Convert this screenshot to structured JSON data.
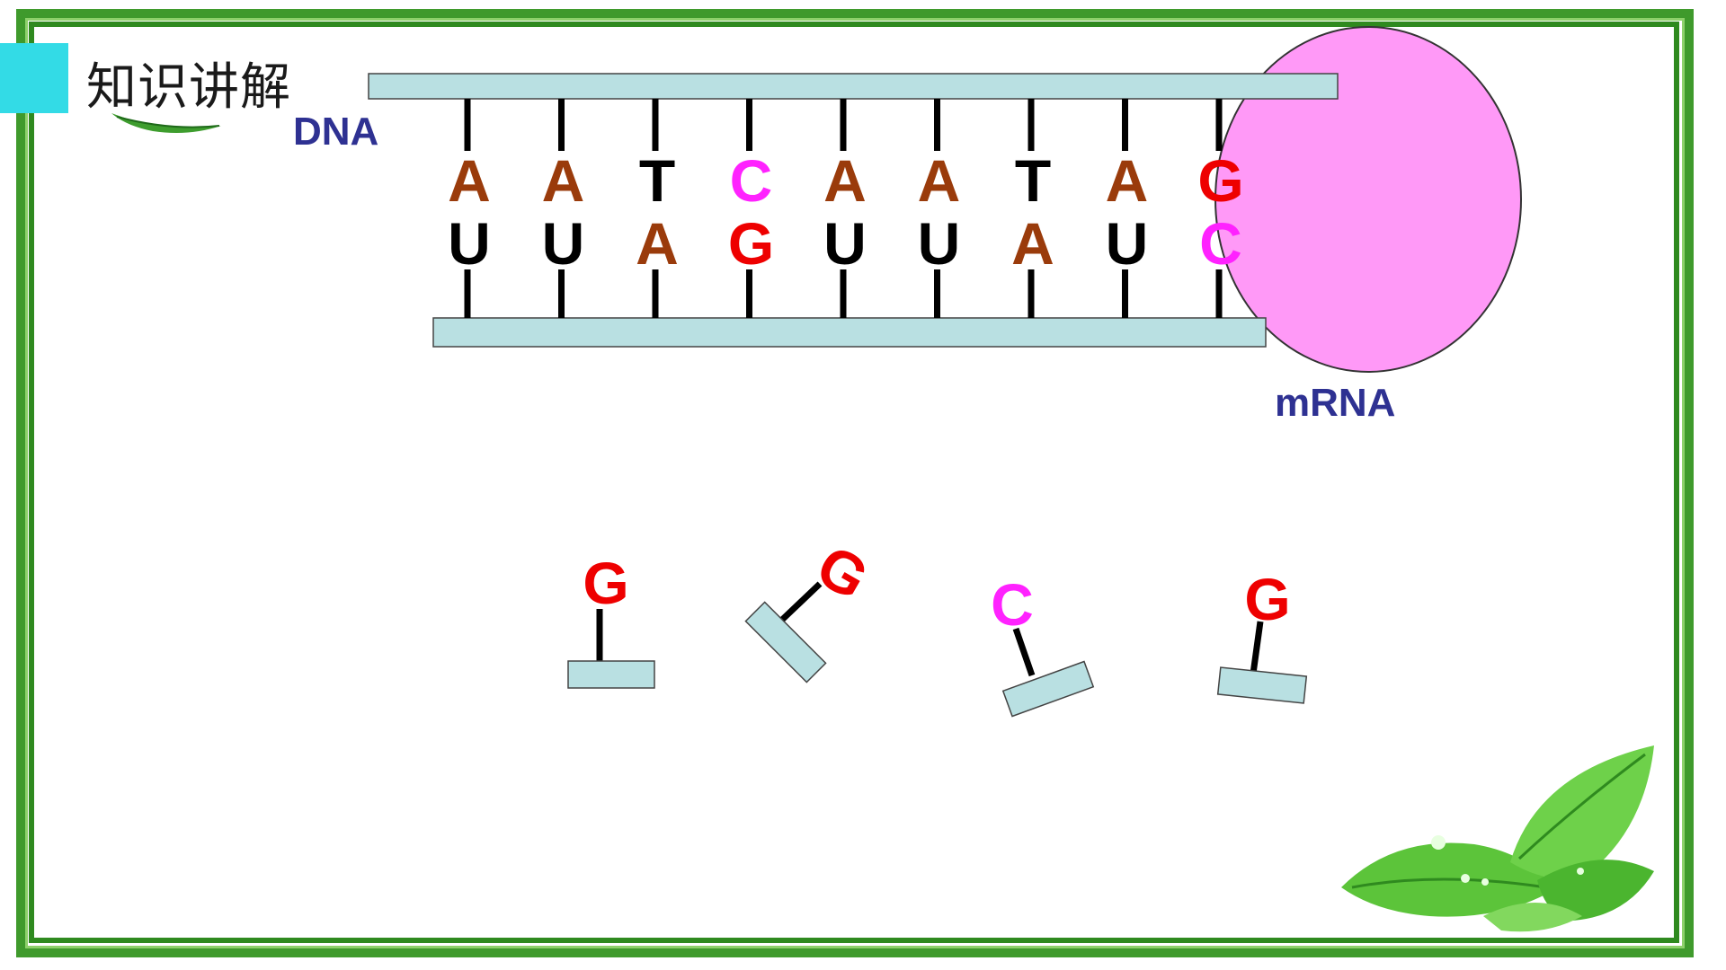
{
  "title": "知识讲解",
  "labels": {
    "dna": "DNA",
    "mrna": "mRNA"
  },
  "colors": {
    "A": "#9a3b0b",
    "T": "#000000",
    "U": "#000000",
    "C": "#ff22ff",
    "G": "#ee0000",
    "strand": "#b9e0e2",
    "rna_polymerase": "#ff99f7",
    "frame": "#3f9a2c",
    "tab": "#33dbe6",
    "label": "#2e3192"
  },
  "dna_template_strand": [
    "A",
    "A",
    "T",
    "C",
    "A",
    "A",
    "T",
    "A",
    "G"
  ],
  "mrna_paired_bases": [
    "U",
    "U",
    "A",
    "G",
    "U",
    "U",
    "A",
    "U",
    "C"
  ],
  "free_nucleotides": [
    "G",
    "G",
    "C",
    "G"
  ]
}
